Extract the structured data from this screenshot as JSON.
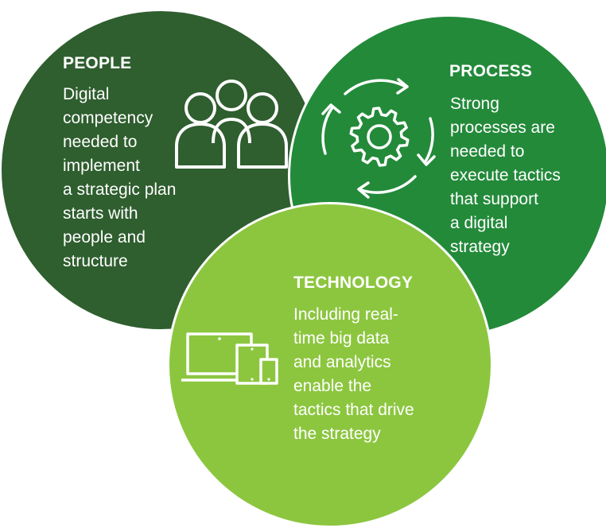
{
  "people": {
    "title": "PEOPLE",
    "body": "Digital\ncompetency\nneeded to\nimplement\na strategic plan\nstarts with\npeople and\nstructure",
    "icon": "people-group-icon",
    "color": "#2f5e2f"
  },
  "process": {
    "title": "PROCESS",
    "body": "Strong\nprocesses are\nneeded to\nexecute tactics\nthat support\na digital\nstrategy",
    "icon": "gear-cycle-icon",
    "color": "#238a3a"
  },
  "technology": {
    "title": "TECHNOLOGY",
    "body": "Including real-\ntime big data\nand analytics\nenable the\ntactics that drive\nthe strategy",
    "icon": "devices-icon",
    "color": "#8cc63f"
  }
}
